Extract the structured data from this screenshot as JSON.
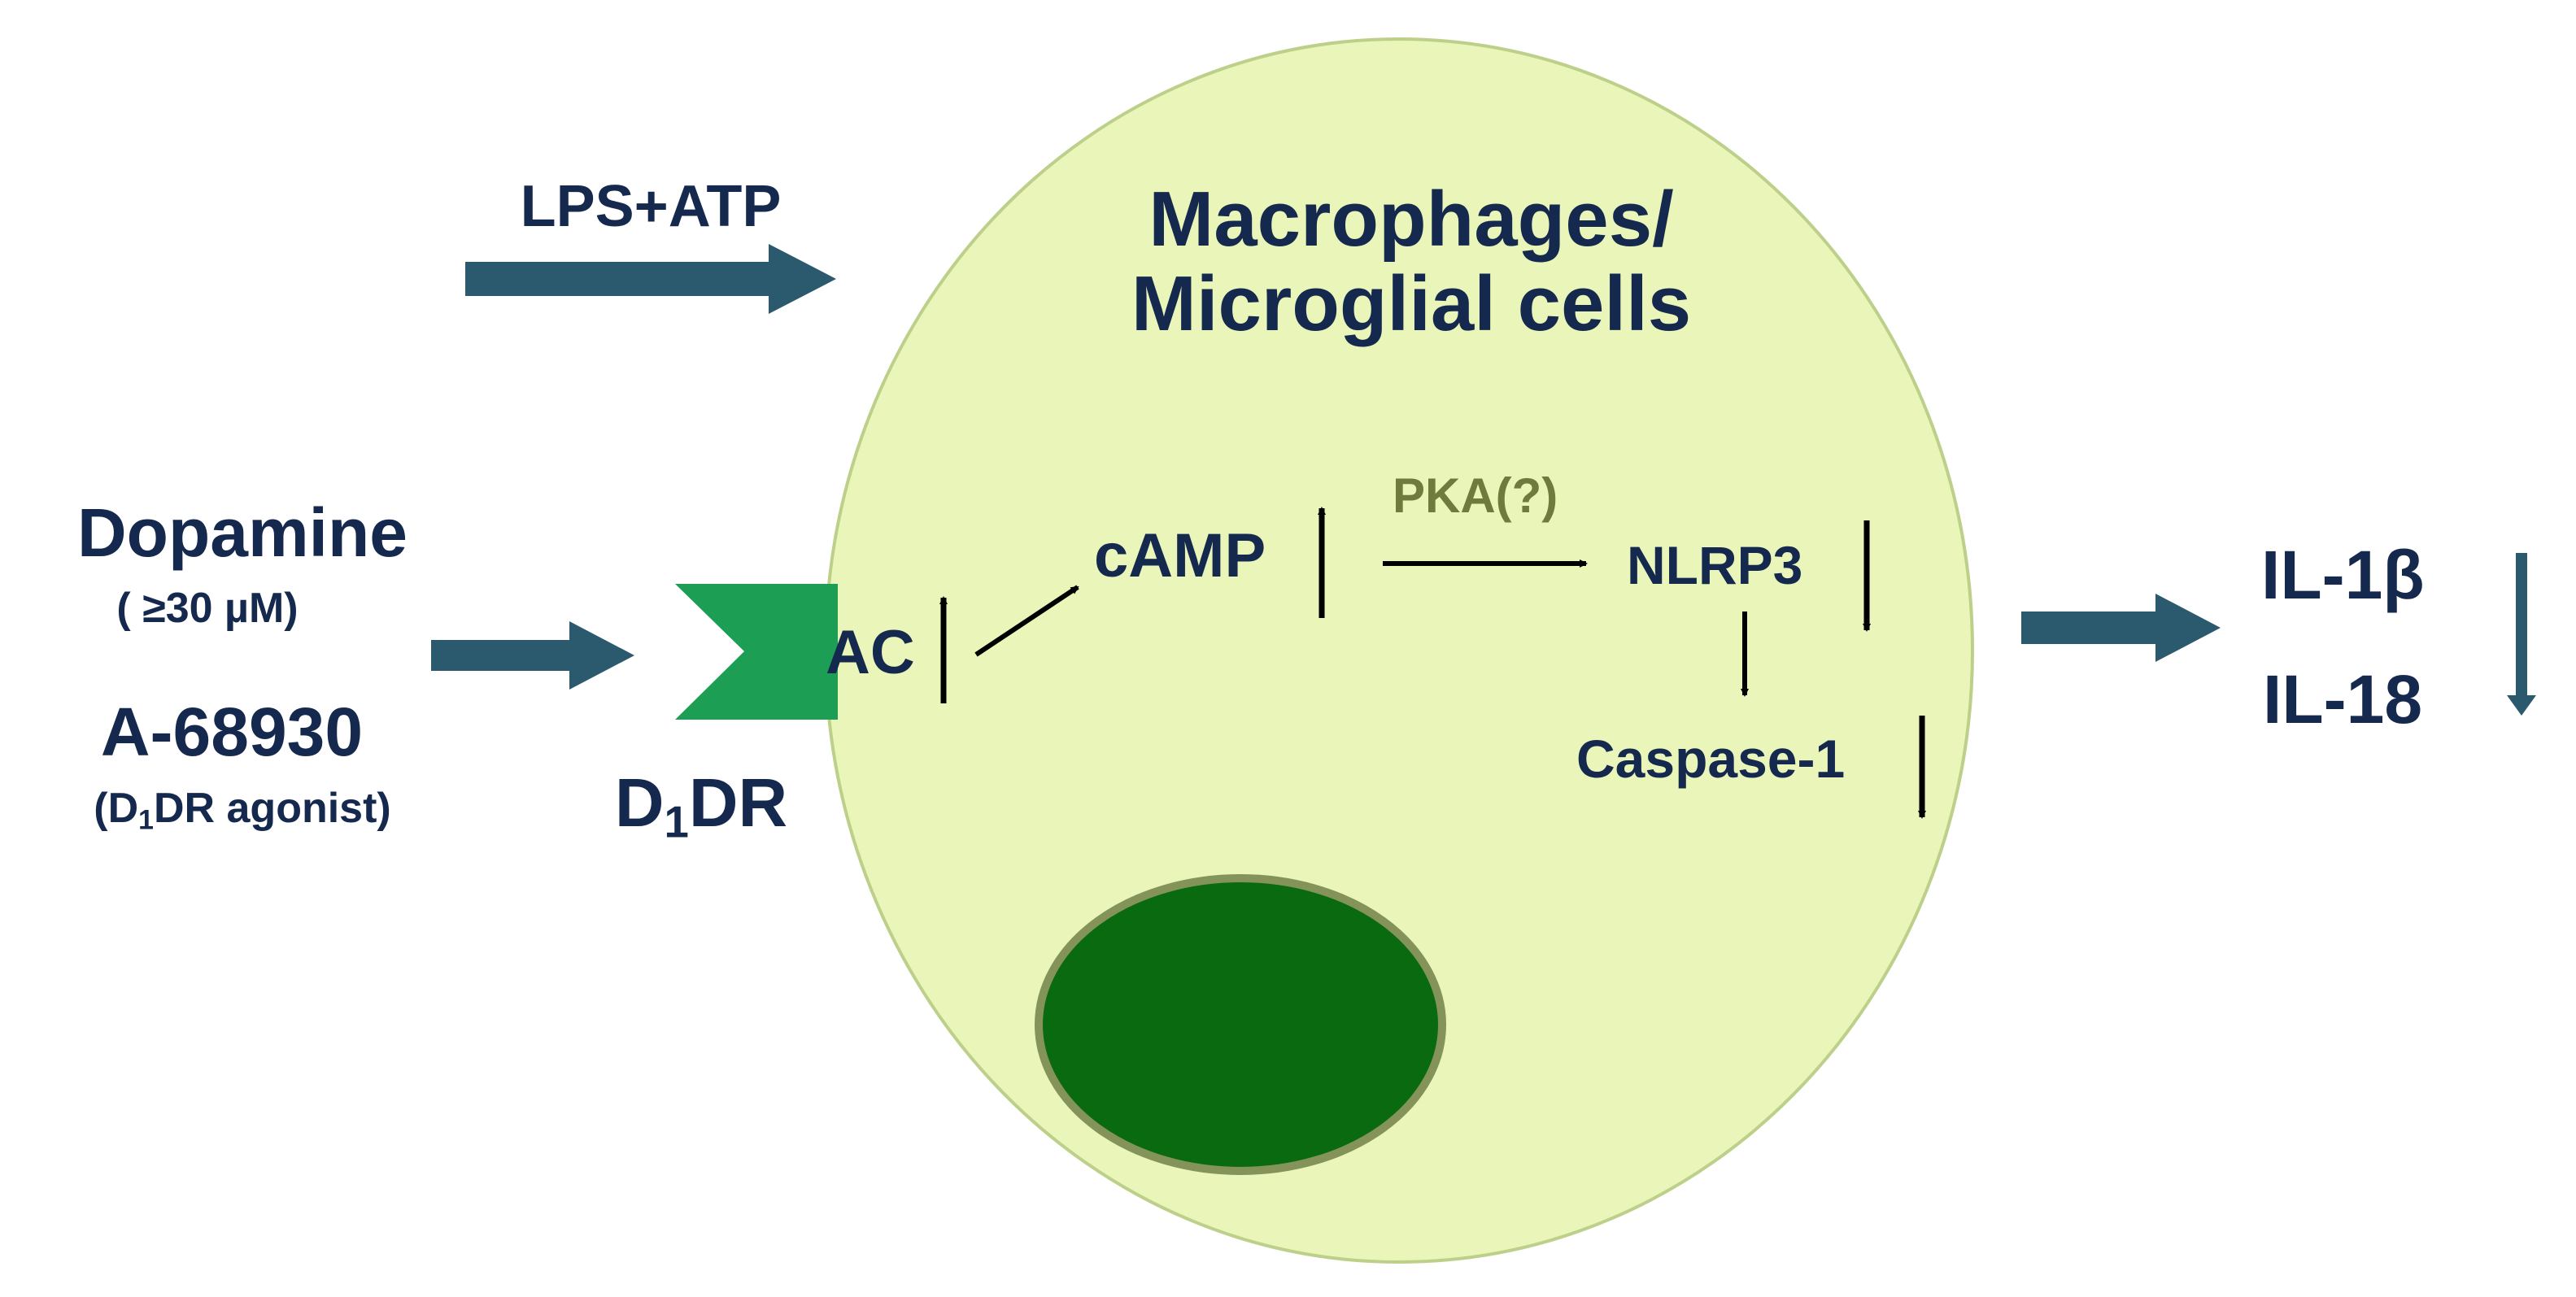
{
  "stimulus": {
    "label": "LPS+ATP"
  },
  "cell": {
    "title_line1": "Macrophages/",
    "title_line2": "Microglial cells",
    "fill": "#eaf5b9",
    "stroke": "#bcd08a"
  },
  "nucleus": {
    "fill": "#0a6a10",
    "stroke": "#84935a"
  },
  "agonists": {
    "dopamine": "Dopamine",
    "dopamine_conc": "( ≥30 µM)",
    "compound": "A-68930",
    "compound_note_pre": "(D",
    "compound_note_sub": "1",
    "compound_note_post": "DR agonist)"
  },
  "receptor": {
    "label_pre": "D",
    "label_sub": "1",
    "label_post": "DR",
    "color": "#1d9e55"
  },
  "pathway": {
    "ac": "AC",
    "camp": "cAMP",
    "pka": "PKA(?)",
    "nlrp3": "NLRP3",
    "caspase": "Caspase-1"
  },
  "outputs": {
    "il1b": "IL-1β",
    "il18": "IL-18"
  },
  "colors": {
    "text": "#15284e",
    "arrow": "#2b5a6e",
    "small_arrow": "#000000",
    "pka": "#6e7b3c"
  }
}
